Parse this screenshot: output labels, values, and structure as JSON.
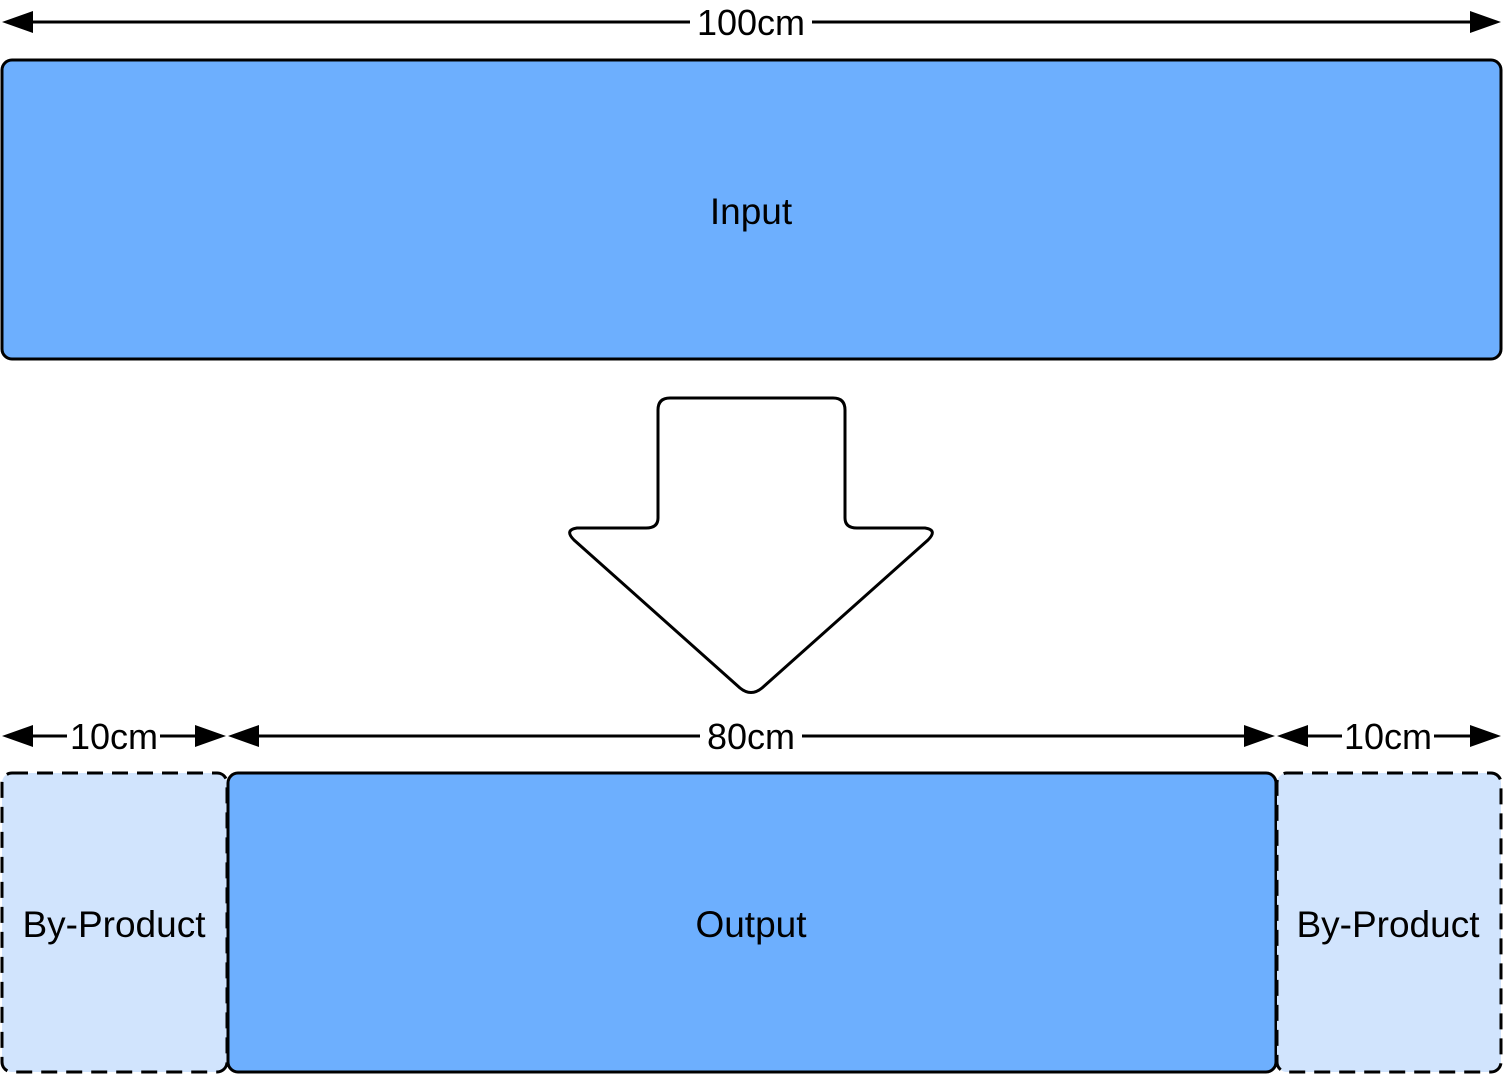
{
  "colors": {
    "main_fill": "#6daffe",
    "byproduct_fill": "#d1e4fd",
    "stroke": "#000000",
    "background": "#ffffff"
  },
  "dimensions": {
    "total": "100cm",
    "left_byproduct": "10cm",
    "output": "80cm",
    "right_byproduct": "10cm"
  },
  "boxes": {
    "input": "Input",
    "output": "Output",
    "left_byproduct": "By-Product",
    "right_byproduct": "By-Product"
  },
  "icons": {
    "flow_arrow": "down-arrow-icon"
  }
}
